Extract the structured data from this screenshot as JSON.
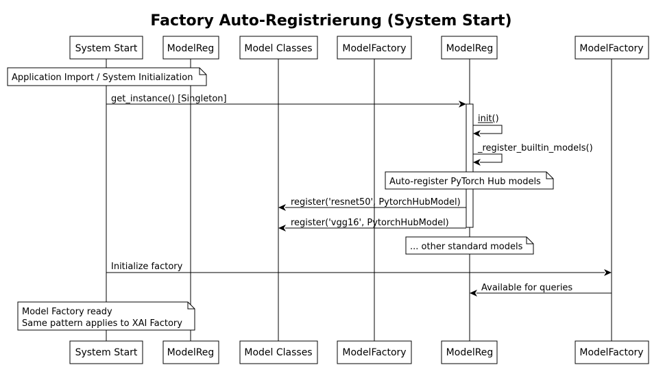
{
  "title": "Factory Auto-Registrierung (System Start)",
  "participants": [
    {
      "id": "p0",
      "label": "System Start"
    },
    {
      "id": "p1",
      "label": "ModelReg"
    },
    {
      "id": "p2",
      "label": "Model Classes"
    },
    {
      "id": "p3",
      "label": "ModelFactory"
    },
    {
      "id": "p4",
      "label": "ModelReg"
    },
    {
      "id": "p5",
      "label": "ModelFactory"
    }
  ],
  "notes": [
    {
      "lines": [
        "Application Import / System Initialization"
      ]
    },
    {
      "lines": [
        "Auto-register PyTorch Hub models"
      ]
    },
    {
      "lines": [
        "... other standard models"
      ]
    },
    {
      "lines": [
        "Model Factory ready",
        "Same pattern applies to XAI Factory"
      ]
    }
  ],
  "messages": [
    {
      "label": "get_instance() [Singleton]"
    },
    {
      "label": "init()"
    },
    {
      "label": "_register_builtin_models()"
    },
    {
      "label": "register('resnet50', PytorchHubModel)"
    },
    {
      "label": "register('vgg16', PytorchHubModel)"
    },
    {
      "label": "Initialize factory"
    },
    {
      "label": "Available for queries"
    }
  ]
}
